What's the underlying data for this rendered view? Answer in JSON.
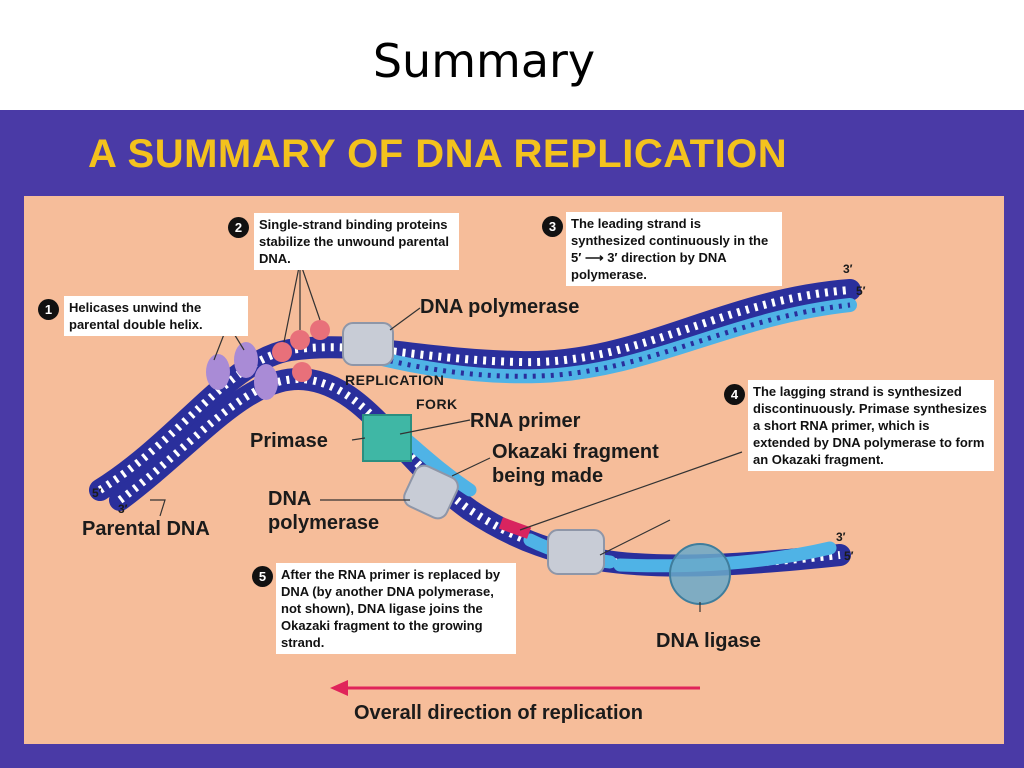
{
  "slide": {
    "title": "Summary"
  },
  "figure": {
    "banner": "A SUMMARY OF DNA REPLICATION",
    "steps": [
      {
        "num": "1",
        "text": "Helicases unwind the parental double helix."
      },
      {
        "num": "2",
        "text": "Single-strand binding proteins stabilize the unwound parental DNA."
      },
      {
        "num": "3",
        "text": "The leading strand is synthesized continuously in the 5′ ⟶ 3′ direction by DNA polymerase."
      },
      {
        "num": "4",
        "text": "The lagging strand is synthesized discontinuously. Primase synthesizes a short RNA primer, which is extended by DNA polymerase to form an Okazaki fragment."
      },
      {
        "num": "5",
        "text": "After the RNA primer is replaced by DNA (by another DNA polymerase, not shown), DNA ligase joins the Okazaki fragment to the growing strand."
      }
    ],
    "labels": {
      "dna_polymerase_top": "DNA polymerase",
      "replication_fork_line1": "Replication",
      "replication_fork_line2": "fork",
      "rna_primer": "RNA primer",
      "primase": "Primase",
      "okazaki_line1": "Okazaki fragment",
      "okazaki_line2": "being made",
      "dna_polymerase_bottom_line1": "DNA",
      "dna_polymerase_bottom_line2": "polymerase",
      "parental_dna": "Parental DNA",
      "dna_ligase": "DNA ligase",
      "overall_direction": "Overall direction of replication"
    },
    "ends": {
      "left_5": "5′",
      "left_3": "3′",
      "top_3": "3′",
      "top_5": "5′",
      "bottom_3": "3′",
      "bottom_5": "5′"
    },
    "colors": {
      "frame": "#4a3aa6",
      "banner_text": "#f3c21d",
      "panel": "#f6bd9a",
      "parental_strand": "#2a2f9c",
      "new_strand": "#4fb3e6",
      "rna_primer": "#d8245f",
      "ssb_protein": "#e8707a",
      "helicase": "#a98bd6",
      "primase": "#3fb7a5",
      "arrow": "#e0245a"
    }
  }
}
